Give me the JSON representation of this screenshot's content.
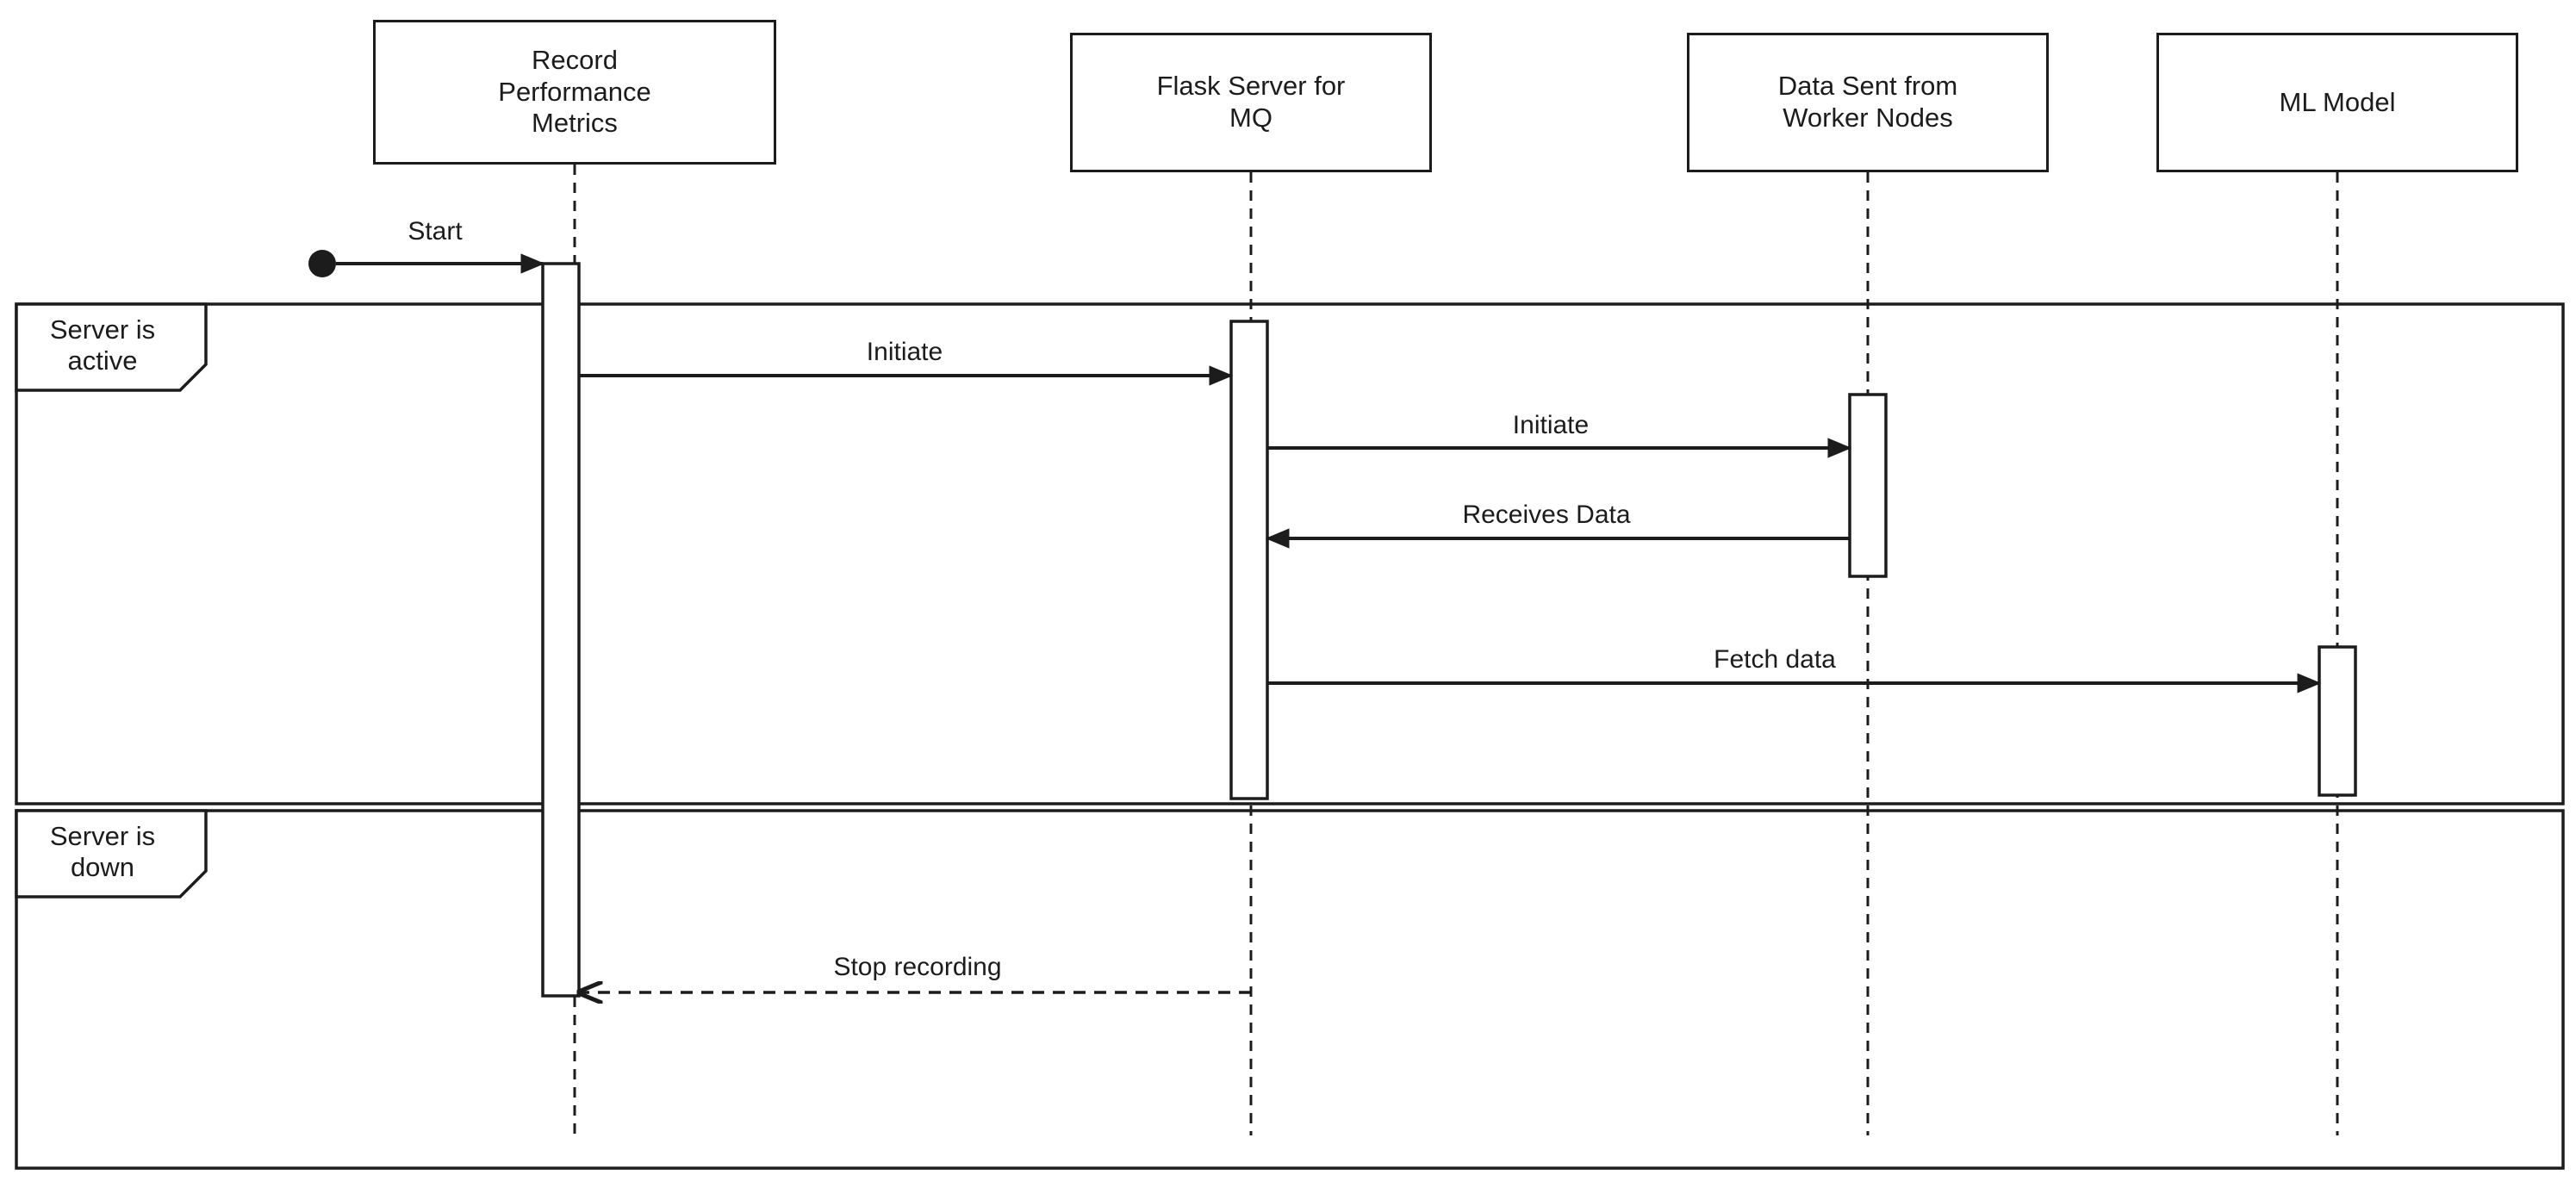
{
  "diagram": {
    "type": "uml-sequence-diagram",
    "actors": [
      {
        "id": "record-performance-metrics",
        "label": "Record\nPerformance\nMetrics"
      },
      {
        "id": "flask-server-for-mq",
        "label": "Flask Server for\nMQ"
      },
      {
        "id": "data-sent-from-worker-nodes",
        "label": "Data Sent from\nWorker Nodes"
      },
      {
        "id": "ml-model",
        "label": "ML Model"
      }
    ],
    "frames": [
      {
        "id": "server-is-active",
        "label": "Server is\nactive"
      },
      {
        "id": "server-is-down",
        "label": "Server is\ndown"
      }
    ],
    "messages": [
      {
        "id": "start",
        "label": "Start",
        "kind": "initial",
        "from": "start-node",
        "to": "record-performance-metrics"
      },
      {
        "id": "initiate-1",
        "label": "Initiate",
        "kind": "sync",
        "from": "record-performance-metrics",
        "to": "flask-server-for-mq"
      },
      {
        "id": "initiate-2",
        "label": "Initiate",
        "kind": "sync",
        "from": "flask-server-for-mq",
        "to": "data-sent-from-worker-nodes"
      },
      {
        "id": "receives-data",
        "label": "Receives Data",
        "kind": "sync",
        "from": "data-sent-from-worker-nodes",
        "to": "flask-server-for-mq"
      },
      {
        "id": "fetch-data",
        "label": "Fetch data",
        "kind": "sync",
        "from": "flask-server-for-mq",
        "to": "ml-model"
      },
      {
        "id": "stop-recording",
        "label": "Stop recording",
        "kind": "dashed-return",
        "from": "flask-server-for-mq",
        "to": "record-performance-metrics"
      }
    ],
    "colors": {
      "stroke": "#1c1c1c",
      "background": "#ffffff",
      "fill": "#ffffff"
    }
  }
}
